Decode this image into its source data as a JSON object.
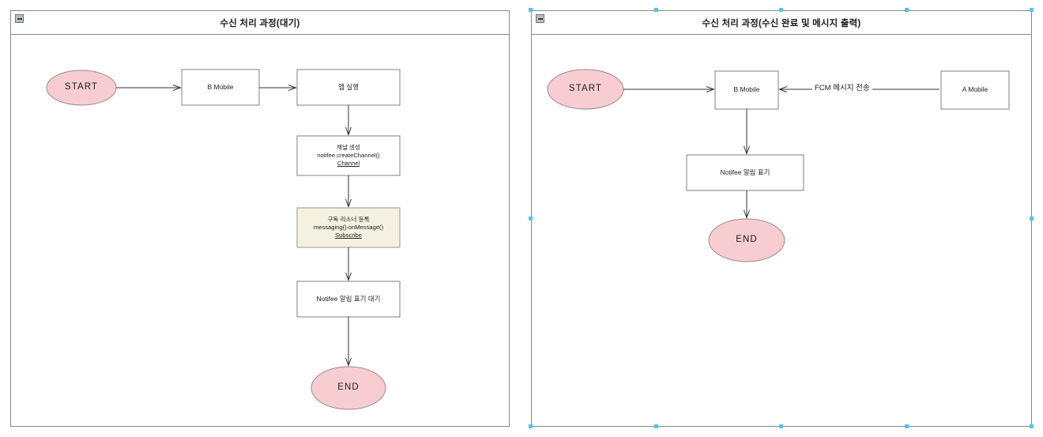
{
  "app": {
    "background_color": "#ffffff",
    "terminator_fill": "#f8cdd1",
    "terminator_stroke": "#9a8b8b",
    "process_fill": "#ffffff",
    "process_stroke": "#808080",
    "highlight_fill": "#f4f1e0",
    "highlight_stroke": "#999a8a",
    "connector_color": "#333333",
    "panel_border": "#888888",
    "selection_handle_color": "#4fc3f7"
  },
  "panels": [
    {
      "id": "panel-left",
      "title": "수신 처리 과정(대기)",
      "collapse_icon": "collapse-icon",
      "selected": false,
      "nodes": [
        {
          "id": "start",
          "shape": "ellipse",
          "lines": [
            "START"
          ]
        },
        {
          "id": "b-mobile",
          "shape": "rectangle",
          "lines": [
            "B Mobile"
          ]
        },
        {
          "id": "app-run",
          "shape": "rectangle",
          "lines": [
            "앱 실행"
          ]
        },
        {
          "id": "create-channel",
          "shape": "rectangle",
          "lines": [
            "채널 생성",
            "notifee.createChannel()",
            "Channel"
          ],
          "underline_last": true
        },
        {
          "id": "subscribe",
          "shape": "rectangle",
          "highlight": true,
          "lines": [
            "구독 리스너 등록",
            "messaging().onMessage()",
            "Subscribe"
          ],
          "underline_last": true
        },
        {
          "id": "notifee-wait",
          "shape": "rectangle",
          "lines": [
            "Notifee 알림 표기 대기"
          ]
        },
        {
          "id": "end",
          "shape": "ellipse",
          "lines": [
            "END"
          ]
        }
      ],
      "edges": [
        {
          "from": "start",
          "to": "b-mobile",
          "label": ""
        },
        {
          "from": "b-mobile",
          "to": "app-run",
          "label": ""
        },
        {
          "from": "app-run",
          "to": "create-channel",
          "label": ""
        },
        {
          "from": "create-channel",
          "to": "subscribe",
          "label": ""
        },
        {
          "from": "subscribe",
          "to": "notifee-wait",
          "label": ""
        },
        {
          "from": "notifee-wait",
          "to": "end",
          "label": ""
        }
      ]
    },
    {
      "id": "panel-right",
      "title": "수신 처리 과정(수신 완료 및 메시지 출력)",
      "collapse_icon": "collapse-icon",
      "selected": true,
      "nodes": [
        {
          "id": "start",
          "shape": "ellipse",
          "lines": [
            "START"
          ]
        },
        {
          "id": "b-mobile",
          "shape": "rectangle",
          "lines": [
            "B Mobile"
          ]
        },
        {
          "id": "a-mobile",
          "shape": "rectangle",
          "lines": [
            "A Mobile"
          ]
        },
        {
          "id": "notifee-show",
          "shape": "rectangle",
          "lines": [
            "Notifee 알림 표기"
          ]
        },
        {
          "id": "end",
          "shape": "ellipse",
          "lines": [
            "END"
          ]
        }
      ],
      "edges": [
        {
          "from": "start",
          "to": "b-mobile",
          "label": ""
        },
        {
          "from": "a-mobile",
          "to": "b-mobile",
          "label": "FCM 메시지 전송"
        },
        {
          "from": "b-mobile",
          "to": "notifee-show",
          "label": ""
        },
        {
          "from": "notifee-show",
          "to": "end",
          "label": ""
        }
      ]
    }
  ]
}
